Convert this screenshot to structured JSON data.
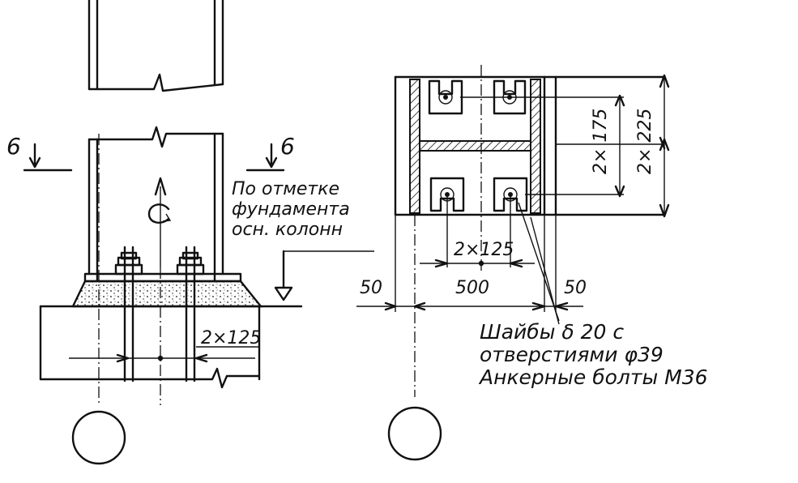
{
  "left_view": {
    "section_mark_left": "6",
    "section_mark_right": "6",
    "note_lines": [
      "По отметке",
      "фундамента",
      "осн. колонн"
    ],
    "dimension_bolts": "2×125"
  },
  "right_view": {
    "dim_top_inner": "2× 175",
    "dim_top_outer": "2× 225",
    "dim_bolts": "2×125",
    "dim_left": "50",
    "dim_width": "500",
    "dim_right": "50",
    "callout_lines": [
      "Шайбы δ 20 с",
      "отверстиями φ39",
      "Анкерные болты М36"
    ]
  }
}
